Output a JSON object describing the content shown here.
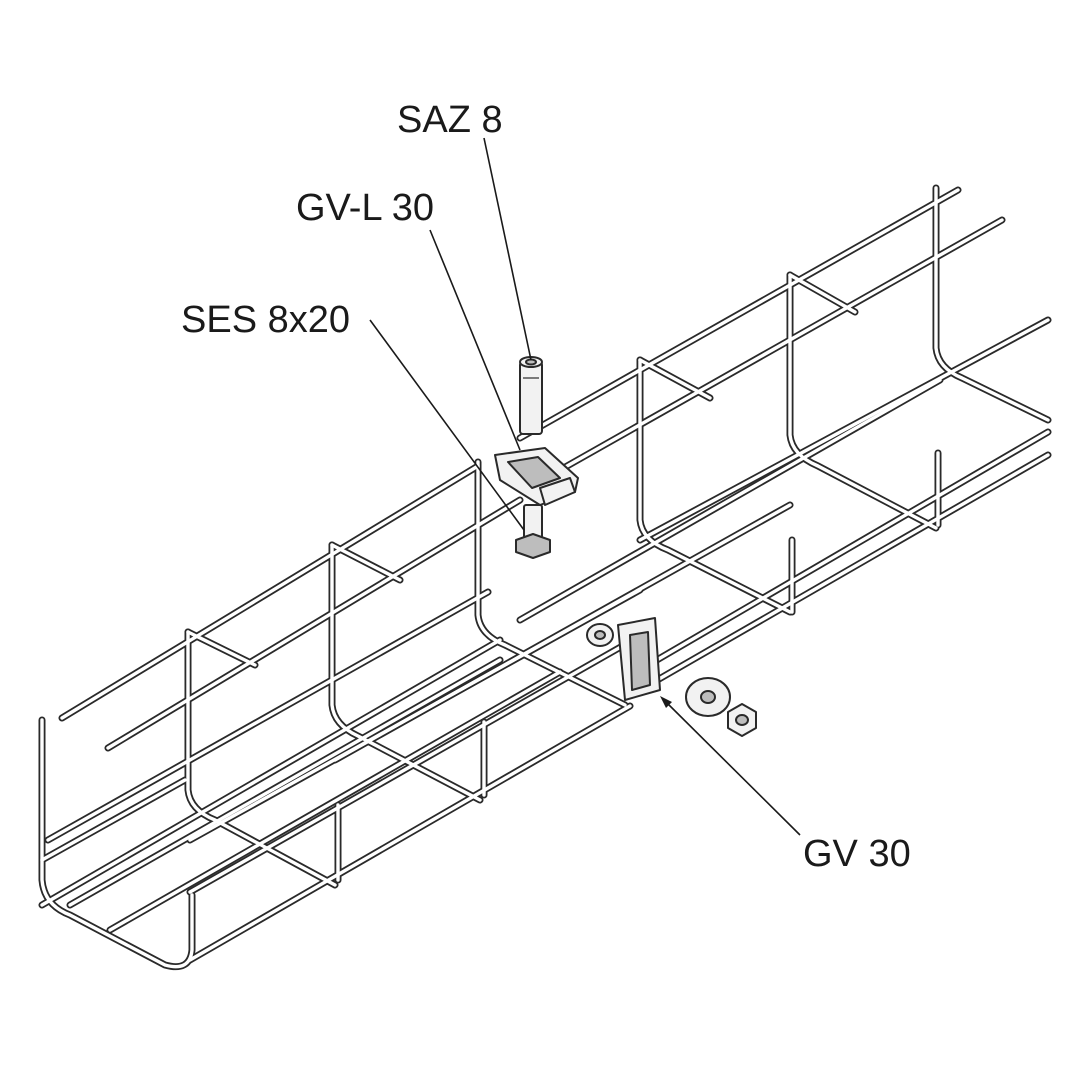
{
  "diagram": {
    "labels": {
      "saz": "SAZ 8",
      "gvl": "GV-L 30",
      "ses": "SES 8x20",
      "gv": "GV 30"
    },
    "colors": {
      "ink": "#2a2a2a",
      "paper": "#ffffff"
    }
  }
}
